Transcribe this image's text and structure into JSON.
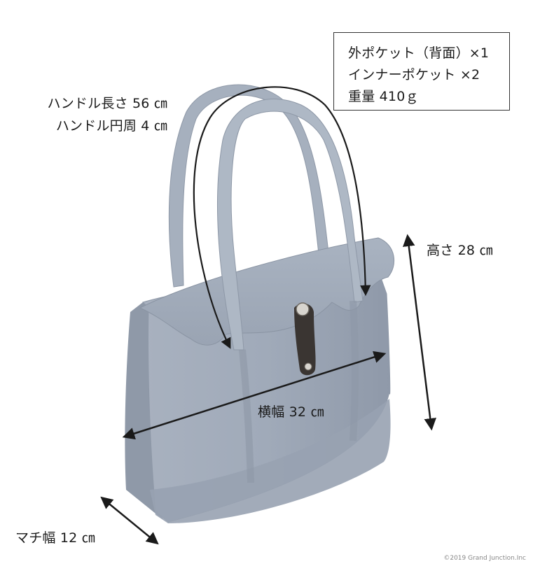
{
  "info_box": {
    "line1": "外ポケット（背面）×1",
    "line2": "インナーポケット ×2",
    "line3": "重量 410ｇ"
  },
  "labels": {
    "handle_length": "ハンドル長さ 56 ㎝",
    "handle_circumference": "ハンドル円周 4 ㎝",
    "height": "高さ 28 ㎝",
    "width": "横幅 32 ㎝",
    "gusset": "マチ幅 12 ㎝"
  },
  "copyright": "©2019 Grand Junction.Inc",
  "colors": {
    "bag_body": "#9fa9b8",
    "bag_light": "#b7c0cc",
    "bag_dark": "#7f8999",
    "strap_leather": "#3a3532",
    "arrow": "#1a1a1a"
  }
}
